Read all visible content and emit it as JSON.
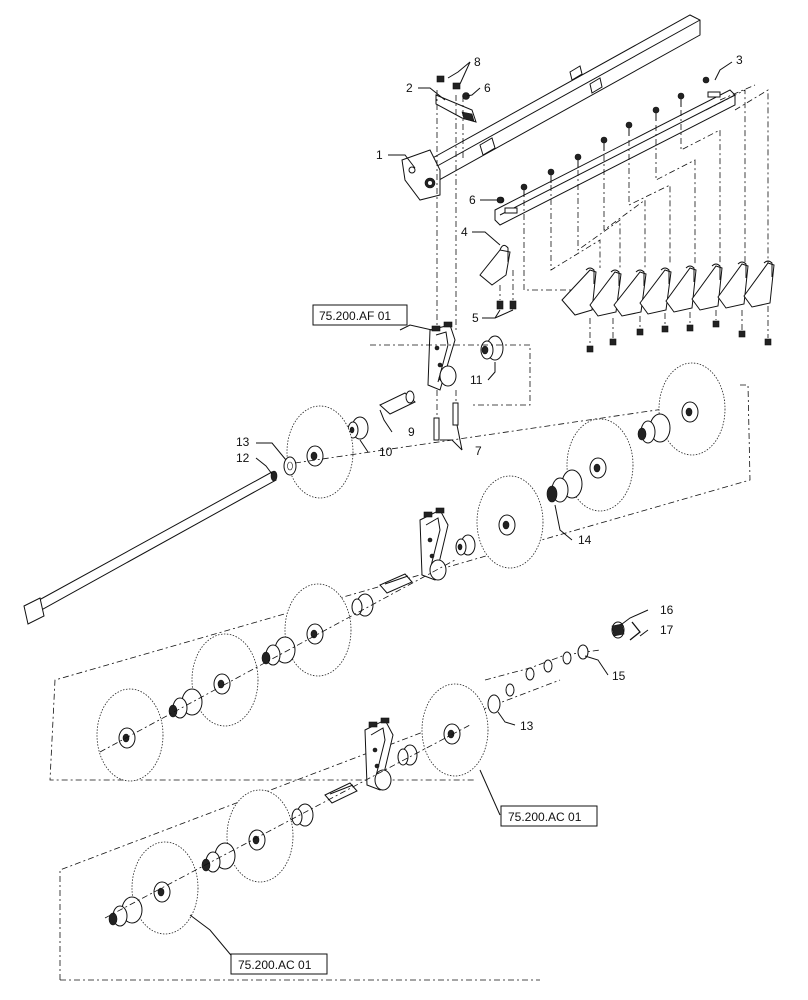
{
  "diagram": {
    "callouts": [
      "1",
      "2",
      "3",
      "4",
      "5",
      "6",
      "6",
      "7",
      "8",
      "9",
      "10",
      "11",
      "12",
      "13",
      "13",
      "14",
      "15",
      "16",
      "17"
    ],
    "references": [
      "75.200.AF 01",
      "75.200.AC 01",
      "75.200.AC 01"
    ]
  }
}
